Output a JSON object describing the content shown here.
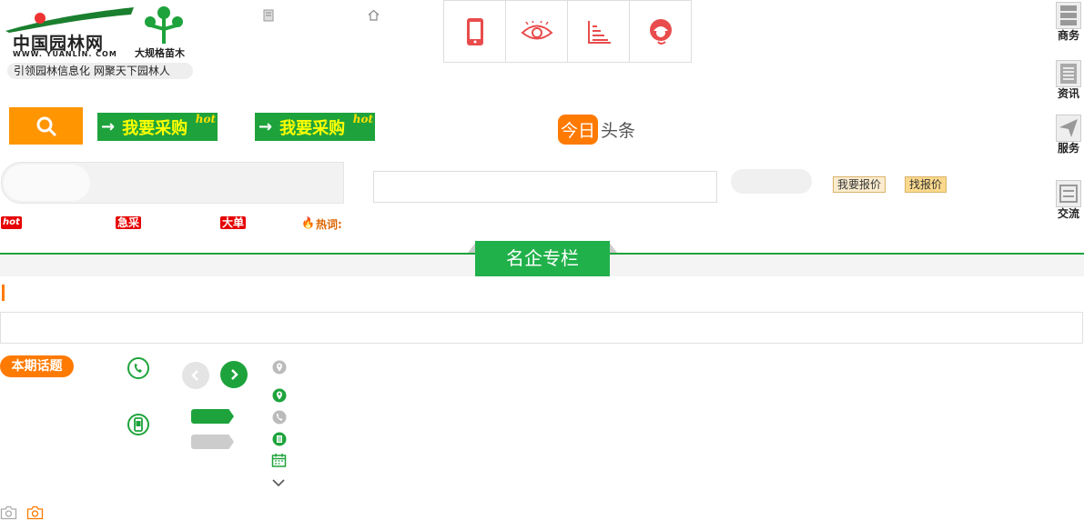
{
  "logo": {
    "name_cn": "中国园林网",
    "domain": "WWW. YUANLIN. COM",
    "sub": "大规格苗木",
    "slogan": "引领园林信息化   网聚天下园林人"
  },
  "side_tools": [
    "商务",
    "资讯",
    "服务",
    "交流"
  ],
  "buy_button": {
    "label": "我要采购",
    "hot": "hot"
  },
  "today": {
    "badge": "今日",
    "text": "头条"
  },
  "quote": {
    "my_quote": "我要报价",
    "find_quote": "找报价"
  },
  "hot_row": {
    "hot": "hot",
    "urgent": "急采",
    "big": "大单",
    "keywords": "热词:"
  },
  "column_title": "名企专栏",
  "topic_label": "本期话题",
  "icon_names": [
    "phone-icon",
    "eye-icon",
    "chart-icon",
    "support-icon",
    "search-icon",
    "location-icon",
    "calendar-icon",
    "camera-icon"
  ],
  "colors": {
    "green": "#1ea33c",
    "orange": "#ff7a00",
    "red": "#e94c4c"
  }
}
